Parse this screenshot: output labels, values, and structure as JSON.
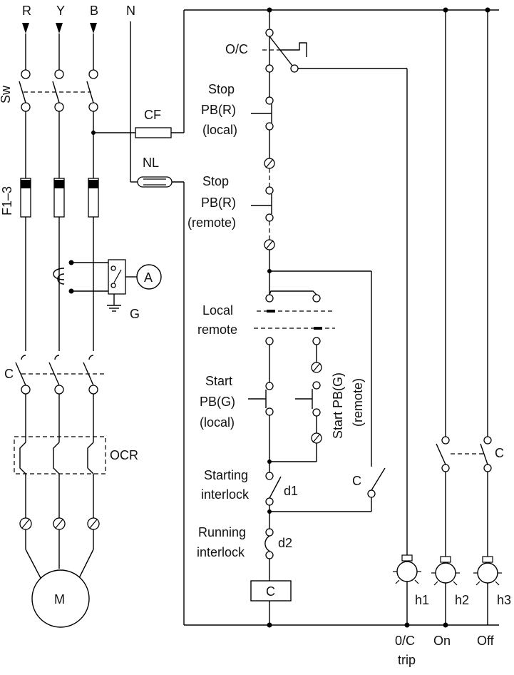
{
  "phases": [
    "R",
    "Y",
    "B",
    "N"
  ],
  "labels": {
    "sw": "Sw",
    "fuses": "F1–3",
    "cf": "CF",
    "nl": "NL",
    "ammeter": "A",
    "ground": "G",
    "contactor_main": "C",
    "ocr": "OCR",
    "motor": "M",
    "oc": "O/C",
    "stop_local": [
      "Stop",
      "PB(R)",
      "(local)"
    ],
    "stop_remote": [
      "Stop",
      "PB(R)",
      "(remote)"
    ],
    "local": "Local",
    "remote": "remote",
    "start_local": [
      "Start",
      "PB(G)",
      "(local)"
    ],
    "start_remote": [
      "Start PB(G)",
      "(remote)"
    ],
    "aux_c": "C",
    "starting_interlock": [
      "Starting",
      "interlock"
    ],
    "d1": "d1",
    "running_interlock": [
      "Running",
      "interlock"
    ],
    "d2": "d2",
    "coil": "C",
    "c_right": "C",
    "h1": "h1",
    "h2": "h2",
    "h3": "h3",
    "oc_trip": [
      "0/C",
      "trip"
    ],
    "on": "On",
    "off": "Off"
  }
}
